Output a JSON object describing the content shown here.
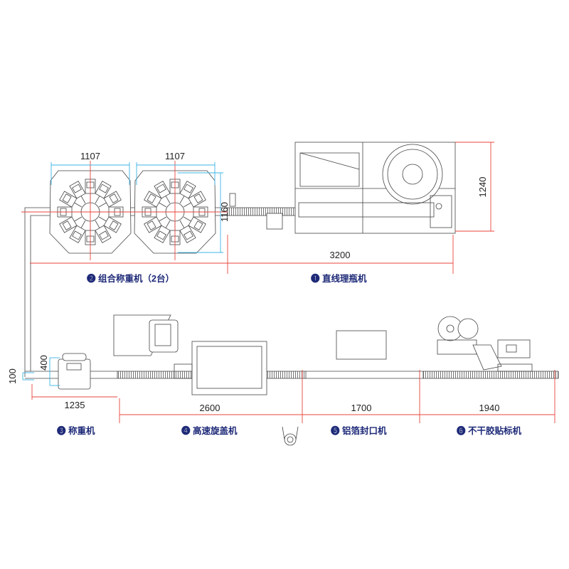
{
  "dimensions": {
    "weigher1_width": "1107",
    "weigher2_width": "1107",
    "weigher_depth": "1160",
    "unscrambler_height": "1240",
    "unscrambler_length": "3200",
    "checkweigher_length": "1235",
    "checkweigher_width": "400",
    "conveyor_width": "100",
    "capper_section": "2600",
    "sealer_section": "1700",
    "labeler_section": "1940"
  },
  "machines": [
    {
      "num": "❶",
      "name": "直线理瓶机"
    },
    {
      "num": "❷",
      "name": "组合称重机（2台）"
    },
    {
      "num": "❸",
      "name": "称重机"
    },
    {
      "num": "❹",
      "name": "高速旋盖机"
    },
    {
      "num": "❺",
      "name": "铝箔封口机"
    },
    {
      "num": "❻",
      "name": "不干胶贴标机"
    }
  ],
  "colors": {
    "label": "#1e2a78",
    "dimension_red": "#e8453c",
    "dimension_blue": "#3cb4e6"
  }
}
